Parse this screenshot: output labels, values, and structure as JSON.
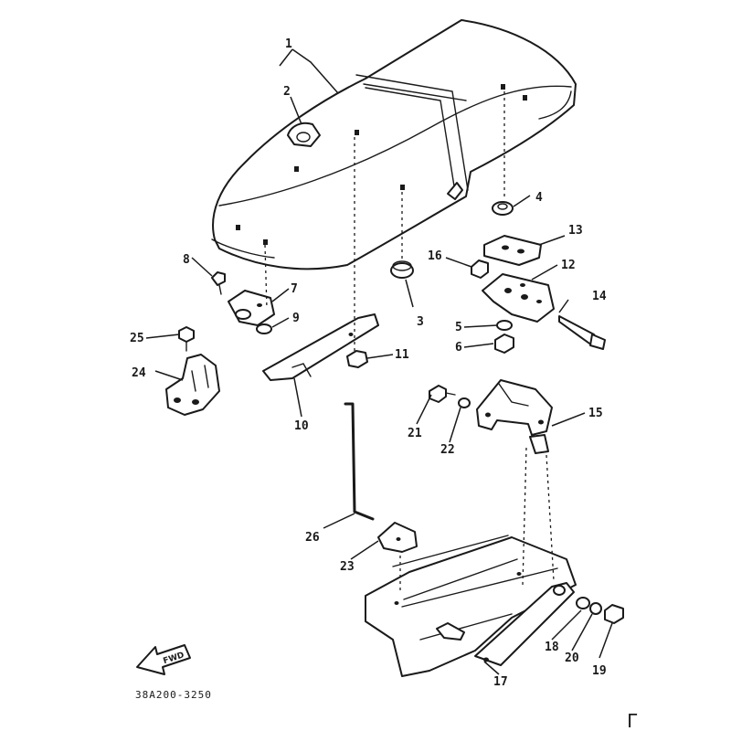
{
  "diagram": {
    "drawing_code": "38A200-3250",
    "fwd_label": "FWD",
    "footer_mark": "Γ",
    "callouts": [
      "1",
      "2",
      "3",
      "4",
      "5",
      "6",
      "7",
      "8",
      "9",
      "10",
      "11",
      "12",
      "13",
      "14",
      "15",
      "16",
      "17",
      "18",
      "19",
      "20",
      "21",
      "22",
      "23",
      "24",
      "25",
      "26"
    ]
  },
  "colors": {
    "ink": "#1a1a1a",
    "paper": "#ffffff"
  }
}
